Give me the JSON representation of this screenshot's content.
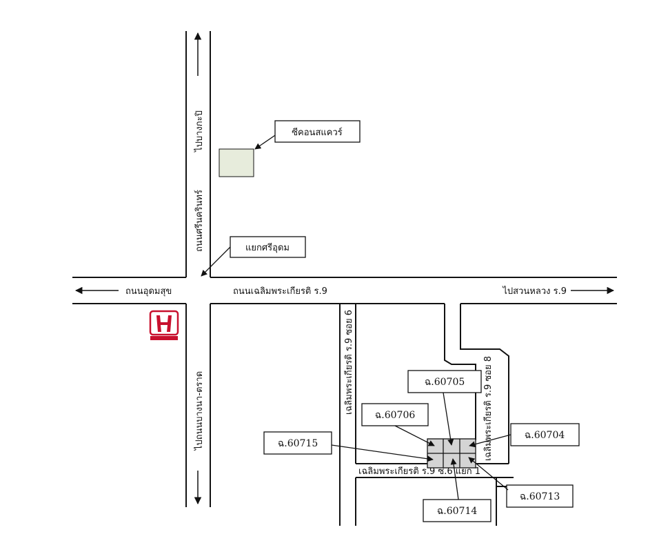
{
  "roads": {
    "horizontal_main": "ถนนเฉลิมพระเกียรติ ร.9",
    "left_direction": "ถนนอุดมสุข",
    "right_direction": "ไปสวนหลวง ร.9",
    "top_direction": "ไปบางกะปิ",
    "vertical_main": "ถนนศรีนครินทร์",
    "bottom_direction": "ไปถนนบางนา-ตราด",
    "soi6": "เฉลิมพระเกียรติ ร.9 ซอย 6",
    "soi8": "เฉลิมพระเกียรติ ร.9 ซอย 8",
    "soi6_branch1": "เฉลิมพระเกียรติ ร.9 ซ.6 แยก 1"
  },
  "landmarks": {
    "seacon": "ซีคอนสแควร์",
    "junction": "แยกศรีอุดม",
    "honda_logo": "HONDA"
  },
  "plots": {
    "p60705": "ฉ.60705",
    "p60706": "ฉ.60706",
    "p60704": "ฉ.60704",
    "p60715": "ฉ.60715",
    "p60713": "ฉ.60713",
    "p60714": "ฉ.60714"
  },
  "colors": {
    "road_line": "#111111",
    "seacon_fill": "#e7ecdc",
    "plot_fill": "#d4d4d4",
    "honda_red": "#c8102e"
  }
}
